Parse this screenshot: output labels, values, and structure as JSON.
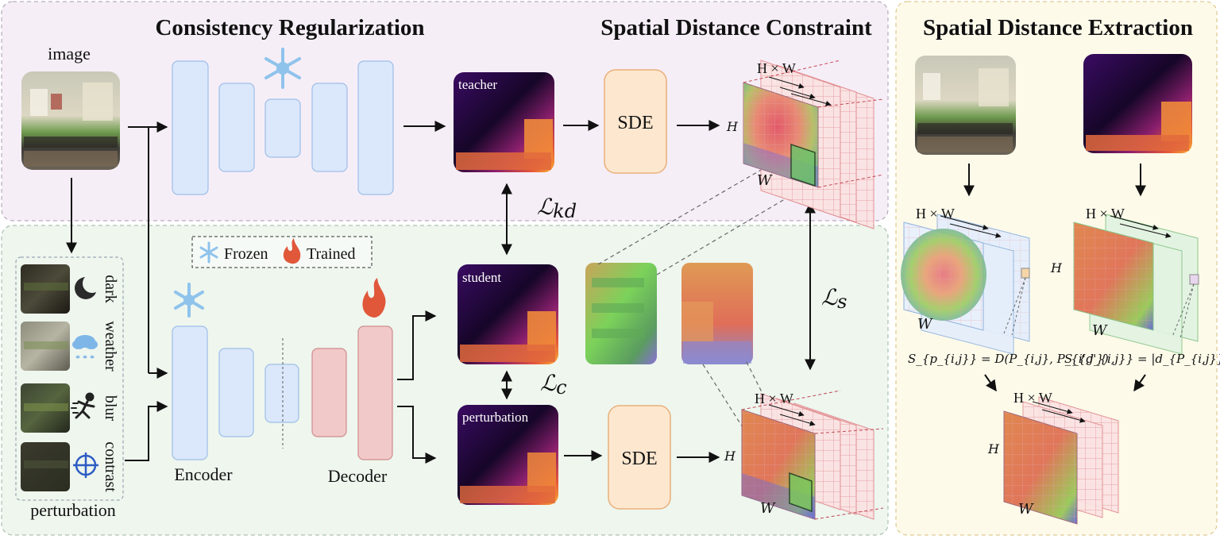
{
  "titles": {
    "consistency": "Consistency Regularization",
    "spatial_constraint": "Spatial Distance Constraint",
    "spatial_extraction": "Spatial Distance Extraction"
  },
  "inputs": {
    "image_label": "image",
    "perturbation_label": "perturbation",
    "perturbations": [
      "dark",
      "weather",
      "blur",
      "contrast"
    ]
  },
  "legend": {
    "frozen": "Frozen",
    "trained": "Trained"
  },
  "network": {
    "encoder": "Encoder",
    "decoder": "Decoder"
  },
  "depth_maps": {
    "teacher": "teacher",
    "student": "student",
    "perturbation": "perturbation"
  },
  "modules": {
    "sde": "SDE"
  },
  "losses": {
    "kd": "ℒ",
    "kd_sub": "kd",
    "c": "ℒ",
    "c_sub": "c",
    "s": "ℒ",
    "s_sub": "s"
  },
  "grid_labels": {
    "hw": "H × W",
    "h": "H",
    "w": "W"
  },
  "formulas": {
    "sp": "S_{p_{i,j}} = D(P_{i,j}, P_{i',j'})",
    "sd": "S_{d_{i,j}} = |d_{P_{i,j}} − d_{P_{i',j'}}|"
  },
  "colors": {
    "top_panel": "#f6eef7",
    "bottom_panel": "#eef6ee",
    "right_panel": "#fdfaea",
    "encoder_block": "#dbe8fb",
    "decoder_block": "#f2c9c9",
    "sde_block": "#fde7cf"
  }
}
